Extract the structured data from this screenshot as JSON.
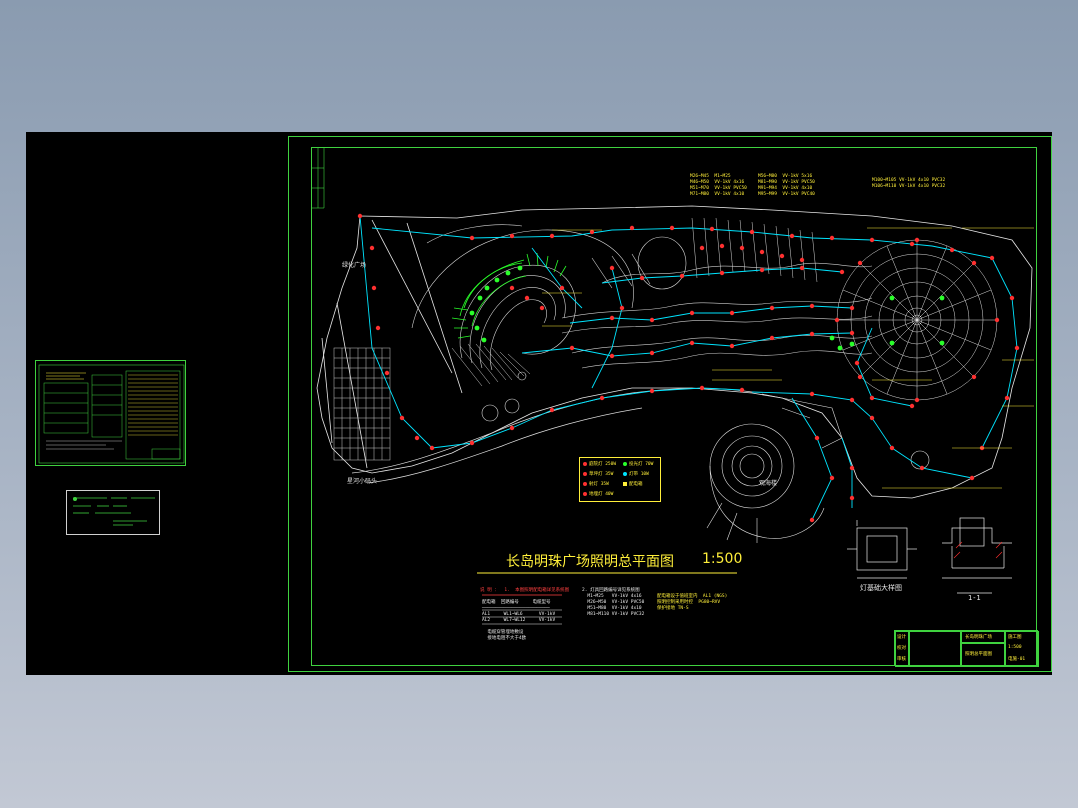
{
  "drawing": {
    "title": "长岛明珠广场照明总平面图",
    "scale": "1:500",
    "section_label": "1-1",
    "area_labels": {
      "left_lawn": "绿化广场",
      "bottom_left": "星河小码头",
      "center_building": "观海楼"
    }
  },
  "legend": {
    "items": [
      {
        "symbol": "lamp-post",
        "label": "庭院灯 250W"
      },
      {
        "symbol": "lawn-lamp",
        "label": "草坪灯 35W"
      },
      {
        "symbol": "spot-lamp",
        "label": "射灯 35W"
      },
      {
        "symbol": "ground-lamp",
        "label": "地埋灯 40W"
      },
      {
        "symbol": "tree-lamp",
        "label": "投光灯 70W"
      },
      {
        "symbol": "strip",
        "label": "灯带 10W"
      },
      {
        "symbol": "box",
        "label": "配电箱"
      }
    ]
  },
  "notes": {
    "top_block_1": "M26~M45  M1~M25\nM46~M50  VV-1kV 4x16\nM51~M70  VV-1kV PVC50\nM71~M80  VV-1kV 4x10",
    "top_block_2": "M56~M80  VV-1kV 5x16\nM81~M90  VV-1kV PVC50\nM91~M94  VV-1kV 4x10\nM95~M99  VV-1kV PVC40",
    "top_block_3": "M100~M105 VV-1kV 4x10 PVC32\nM106~M110 VV-1kV 4x10 PVC32",
    "bottom_notes_red": "说 明 ：  1.  本图照明配电箱详见系统图",
    "bottom_notes_left": "配电箱  回路编号     电缆型号\n─────────────────────────\nAL1     WL1~WL6      VV-1kV\nAL2     WL7~WL12     VV-1kV\n\n  电缆穿管埋地敷设\n  接地电阻不大于4欧",
    "bottom_notes_right": "2. 灯具回路编号详见系统图\n  M1~M25   VV-1kV 4x16\n  M26~M50  VV-1kV PVC50\n  M51~M80  VV-1kV 4x10\n  M81~M110 VV-1kV PVC32",
    "bottom_notes_right2": "配电箱设于值班室内  AL1 (NGS)\n照明控制采用时控  PG80~RVV\n保护接地 TN-S",
    "detail_label": "灯基础大样图"
  },
  "title_block": {
    "project": "长岛明珠广场",
    "drawing_name": "照明总平面图",
    "stage": "施工图",
    "scale": "1:500",
    "designer": "设计",
    "checker": "校对",
    "approver": "审核",
    "sheet_no": "电施-01"
  },
  "colors": {
    "sheet_border": "#3fd23f",
    "cable": "#00e5ff",
    "lamp": "#ff3030",
    "text": "#ffef3a",
    "green_accent": "#2aff2a"
  }
}
